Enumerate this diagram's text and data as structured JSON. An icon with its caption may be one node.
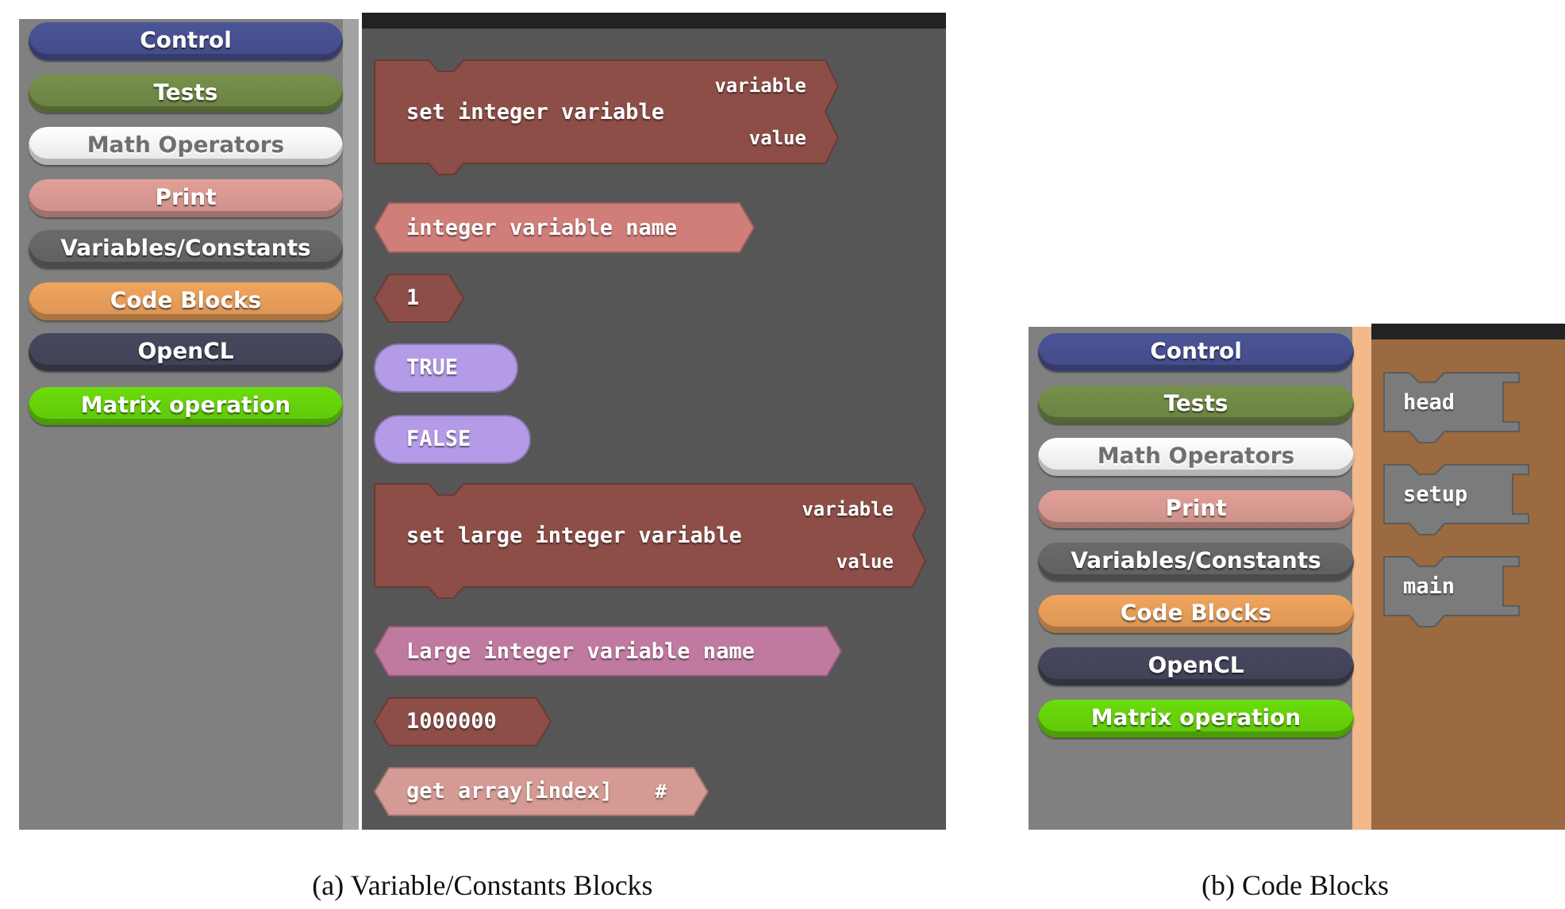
{
  "diagram": {
    "nodes": [
      {
        "text": [
          "Control"
        ]
      },
      {
        "text": [
          "Tests"
        ]
      },
      {
        "text": [
          "Math Operators"
        ]
      },
      {
        "text": [
          "Print"
        ]
      },
      {
        "text": [
          "Variables/Constants"
        ]
      },
      {
        "text": [
          "Code Blocks"
        ]
      },
      {
        "text": [
          "OpenCL"
        ]
      },
      {
        "text": [
          "Matrix operation"
        ]
      },
      {
        "text": [
          "set integer variable",
          "variable",
          "value"
        ]
      },
      {
        "text": [
          "integer variable name"
        ]
      },
      {
        "text": [
          "1"
        ]
      },
      {
        "text": [
          "TRUE"
        ]
      },
      {
        "text": [
          "FALSE"
        ]
      },
      {
        "text": [
          "set large integer variable",
          "variable",
          "value"
        ]
      },
      {
        "text": [
          "Large integer variable name"
        ]
      },
      {
        "text": [
          "1000000"
        ]
      },
      {
        "text": [
          "get array[index]",
          "#"
        ]
      },
      {
        "text": [
          "Control"
        ]
      },
      {
        "text": [
          "Tests"
        ]
      },
      {
        "text": [
          "Math Operators"
        ]
      },
      {
        "text": [
          "Print"
        ]
      },
      {
        "text": [
          "Variables/Constants"
        ]
      },
      {
        "text": [
          "Code Blocks"
        ]
      },
      {
        "text": [
          "OpenCL"
        ]
      },
      {
        "text": [
          "Matrix operation"
        ]
      },
      {
        "text": [
          "head"
        ]
      },
      {
        "text": [
          "setup"
        ]
      },
      {
        "text": [
          "main"
        ]
      }
    ],
    "labels": [
      "(a) Variable/Constants Blocks",
      "(b) Code Blocks"
    ]
  }
}
